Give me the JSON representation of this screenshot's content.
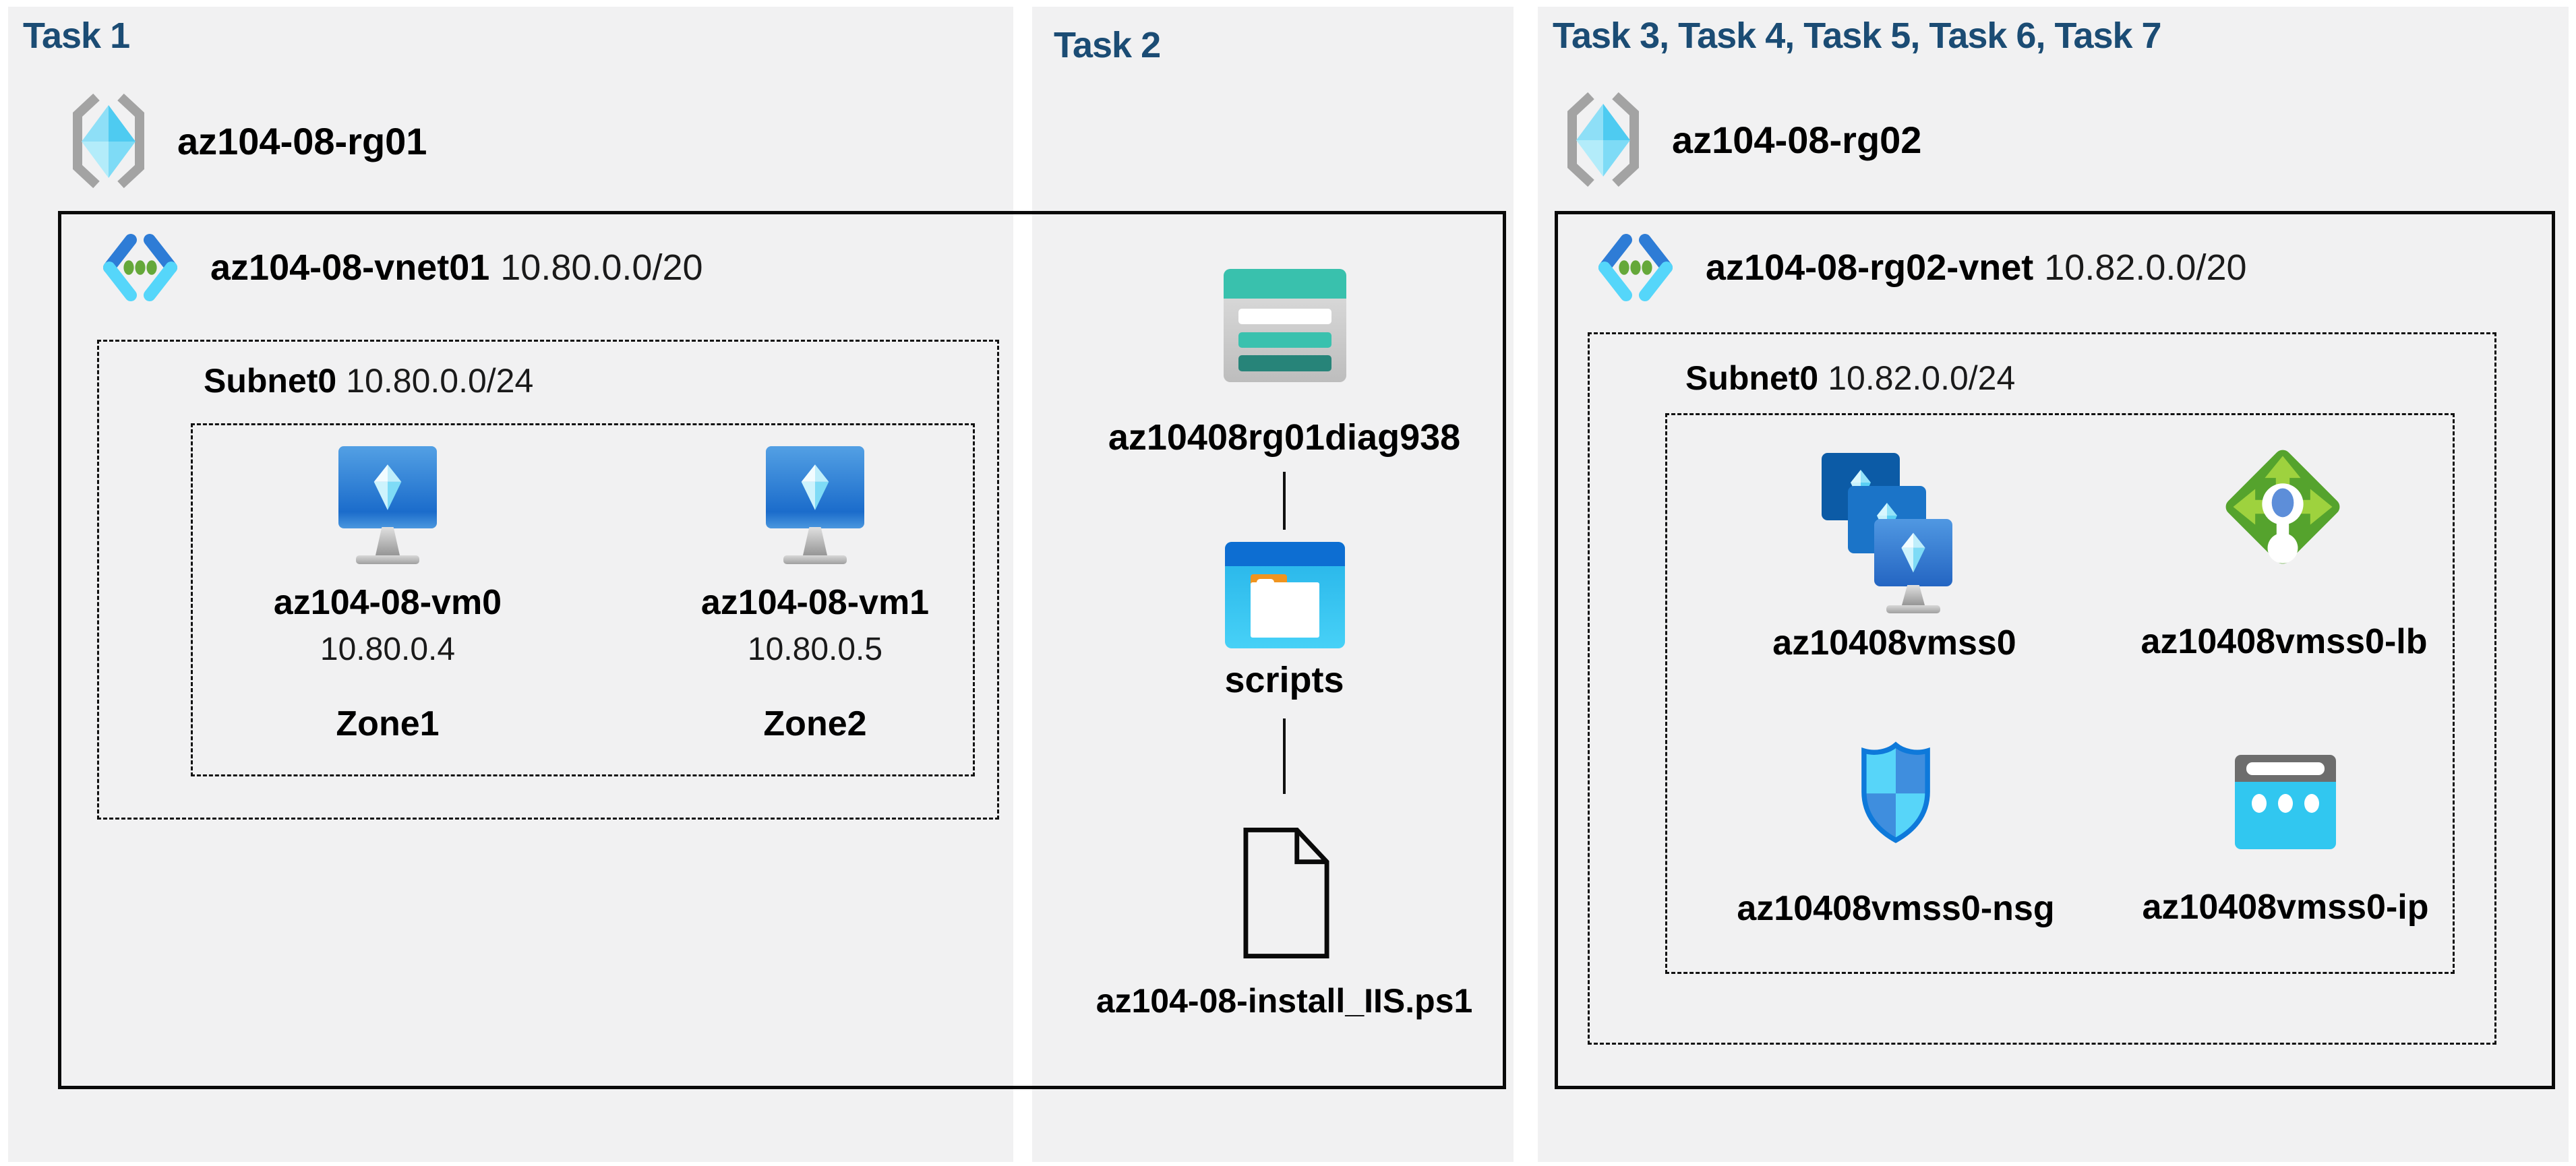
{
  "diagram": {
    "task1": {
      "title": "Task 1",
      "resource_group": "az104-08-rg01",
      "vnet_name": "az104-08-vnet01",
      "vnet_cidr": "10.80.0.0/20",
      "subnet_name": "Subnet0",
      "subnet_cidr": "10.80.0.0/24",
      "vms": [
        {
          "name": "az104-08-vm0",
          "ip": "10.80.0.4",
          "zone": "Zone1"
        },
        {
          "name": "az104-08-vm1",
          "ip": "10.80.0.5",
          "zone": "Zone2"
        }
      ]
    },
    "task2": {
      "title": "Task 2",
      "storage_account": "az10408rg01diag938",
      "container": "scripts",
      "file": "az104-08-install_IIS.ps1"
    },
    "task3": {
      "title": "Task 3, Task 4, Task 5, Task 6, Task 7",
      "resource_group": "az104-08-rg02",
      "vnet_name": "az104-08-rg02-vnet",
      "vnet_cidr": "10.82.0.0/20",
      "subnet_name": "Subnet0",
      "subnet_cidr": "10.82.0.0/24",
      "resources": [
        {
          "name": "az10408vmss0",
          "icon": "vm-scale-set-icon"
        },
        {
          "name": "az10408vmss0-lb",
          "icon": "load-balancer-icon"
        },
        {
          "name": "az10408vmss0-nsg",
          "icon": "network-security-group-icon"
        },
        {
          "name": "az10408vmss0-ip",
          "icon": "public-ip-icon"
        }
      ]
    },
    "colors": {
      "panel_bg": "#f1f1f2",
      "title_navy": "#1b4c74",
      "border_black": "#0a0a0a",
      "azure_blue": "#2e7cd6",
      "azure_cyan": "#55d6fa",
      "storage_teal": "#3ac1ae",
      "storage_teal_dark": "#278479",
      "lb_green": "#55a32d",
      "lb_green_light": "#9ed23e",
      "folder_orange": "#f0941f",
      "nsg_blue": "#3f8ede",
      "ip_cyan": "#31c7f0"
    }
  }
}
